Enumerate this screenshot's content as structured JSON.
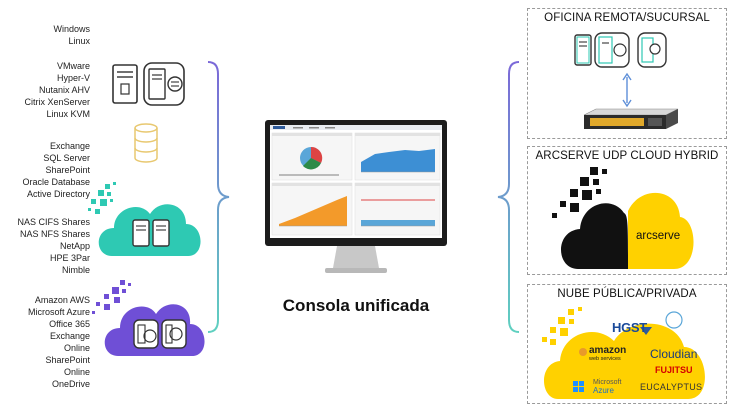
{
  "groups": [
    {
      "items": [
        "Windows",
        "Linux"
      ]
    },
    {
      "items": [
        "VMware",
        "Hyper-V",
        "Nutanix AHV",
        "Citrix XenServer",
        "Linux KVM"
      ]
    },
    {
      "items": [
        "Exchange",
        "SQL Server",
        "SharePoint",
        "Oracle Database",
        "Active Directory"
      ]
    },
    {
      "items": [
        "NAS CIFS Shares",
        "NAS NFS Shares",
        "NetApp",
        "HPE 3Par",
        "Nimble"
      ]
    },
    {
      "items": [
        "Amazon AWS",
        "Microsoft Azure",
        "Office 365",
        "Exchange",
        "Online",
        "SharePoint",
        "Online",
        "OneDrive"
      ]
    }
  ],
  "center": {
    "label": "Consola unificada"
  },
  "panels": {
    "remote_office": {
      "title": "OFICINA REMOTA/SUCURSAL"
    },
    "cloud_hybrid": {
      "title": "ARCSERVE UDP CLOUD HYBRID",
      "logo_text": "arcserve"
    },
    "public_private_cloud": {
      "title": "NUBE PÚBLICA/PRIVADA",
      "logos": {
        "hgst": "HGST",
        "amazon_line1": "amazon",
        "amazon_line2": "web services",
        "cloudian": "Cloudian",
        "fujitsu": "FUJITSU",
        "microsoft_line1": "Microsoft",
        "microsoft_line2": "Azure",
        "eucalyptus": "EUCALYPTUS"
      }
    }
  },
  "colors": {
    "purple": "#6f4fd6",
    "teal": "#2ec9b3",
    "yellow": "#ffd100",
    "bracket_top": "#7b68d8",
    "bracket_bottom": "#5fd0c0",
    "db_outline": "#e8c870"
  },
  "icons": [
    "server-icon",
    "virtual-server-icon",
    "database-icon",
    "cloud-server-icon",
    "cloud-app-icon",
    "monitor-icon",
    "rack-appliance-icon",
    "arcserve-cloud-icon",
    "storage-cloud-icon"
  ]
}
